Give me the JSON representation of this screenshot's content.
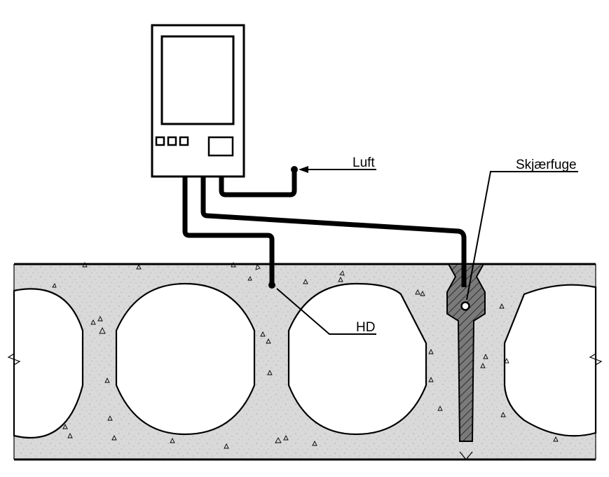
{
  "labels": {
    "air": "Luft",
    "shear_joint": "Skjærfuge",
    "hd": "HD"
  },
  "colors": {
    "concrete": "#d9d9d9",
    "line": "#000000",
    "background": "#ffffff",
    "joint_fill": "#6b6b6b"
  }
}
